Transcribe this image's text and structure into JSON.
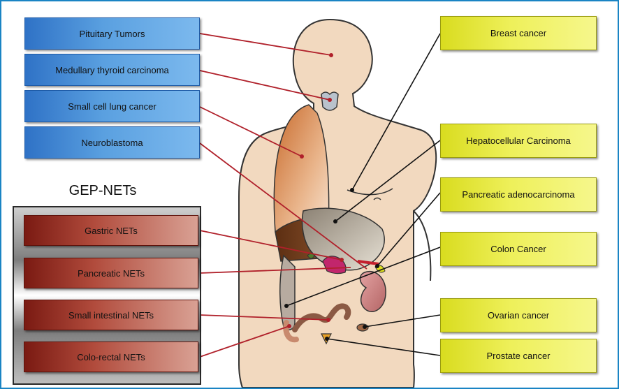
{
  "gep_title": "GEP-NETs",
  "left_labels": [
    "Pituitary Tumors",
    "Medullary thyroid carcinoma",
    "Small cell lung cancer",
    "Neuroblastoma"
  ],
  "gep_labels": [
    "Gastric NETs",
    "Pancreatic NETs",
    "Small intestinal NETs",
    "Colo-rectal NETs"
  ],
  "right_labels": [
    "Breast cancer",
    "Hepatocellular Carcinoma",
    "Pancreatic adenocarcinoma",
    "Colon Cancer",
    "Ovarian cancer",
    "Prostate cancer"
  ],
  "colors": {
    "frame": "#1a84c4",
    "neuro_line": "#b0202a",
    "other_line": "#111111",
    "body_skin": "#f2d9bf"
  }
}
